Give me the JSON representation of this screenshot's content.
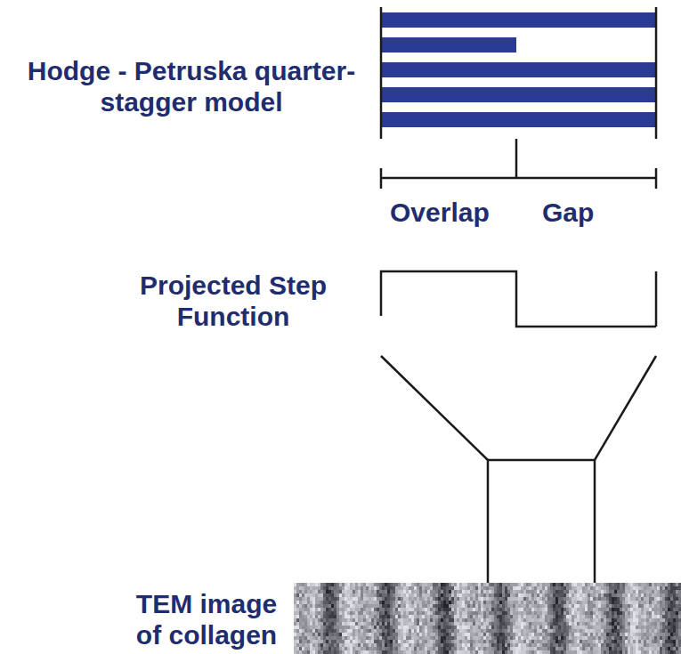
{
  "diagram": {
    "labels": [
      "Hodge - Petruska quarter-stagger model",
      "Overlap",
      "Gap",
      "Projected Step Function",
      "TEM image of collagen"
    ]
  }
}
